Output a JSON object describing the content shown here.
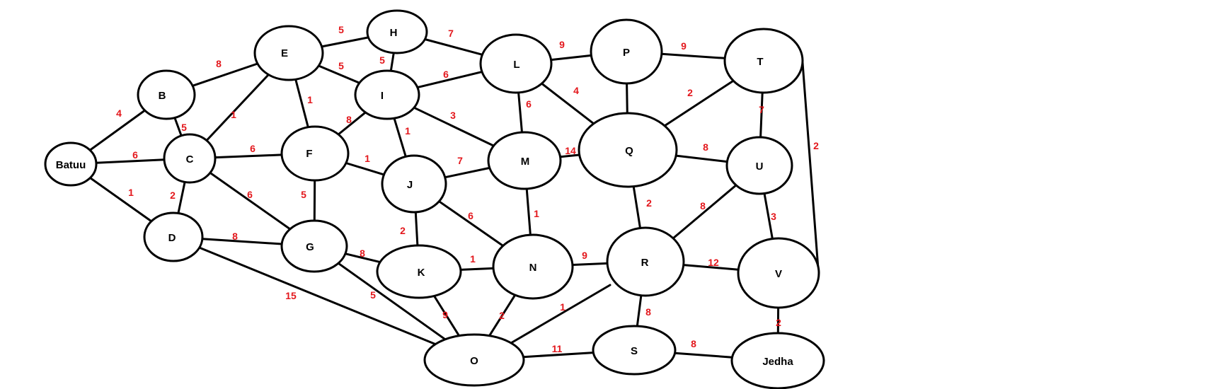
{
  "colors": {
    "edge": "#000000",
    "node_fill": "#ffffff",
    "node_stroke": "#000000",
    "weight": "#e3171c"
  },
  "nodes": [
    {
      "id": "Batuu",
      "label": "Batuu"
    },
    {
      "id": "B",
      "label": "B"
    },
    {
      "id": "C",
      "label": "C"
    },
    {
      "id": "D",
      "label": "D"
    },
    {
      "id": "E",
      "label": "E"
    },
    {
      "id": "F",
      "label": "F"
    },
    {
      "id": "G",
      "label": "G"
    },
    {
      "id": "H",
      "label": "H"
    },
    {
      "id": "I",
      "label": "I"
    },
    {
      "id": "J",
      "label": "J"
    },
    {
      "id": "K",
      "label": "K"
    },
    {
      "id": "L",
      "label": "L"
    },
    {
      "id": "M",
      "label": "M"
    },
    {
      "id": "N",
      "label": "N"
    },
    {
      "id": "O",
      "label": "O"
    },
    {
      "id": "P",
      "label": "P"
    },
    {
      "id": "Q",
      "label": "Q"
    },
    {
      "id": "R",
      "label": "R"
    },
    {
      "id": "S",
      "label": "S"
    },
    {
      "id": "T",
      "label": "T"
    },
    {
      "id": "U",
      "label": "U"
    },
    {
      "id": "V",
      "label": "V"
    },
    {
      "id": "Jedha",
      "label": "Jedha"
    }
  ],
  "edges": [
    {
      "from": "Batuu",
      "to": "B",
      "weight": "4"
    },
    {
      "from": "Batuu",
      "to": "C",
      "weight": "6"
    },
    {
      "from": "Batuu",
      "to": "D",
      "weight": "1"
    },
    {
      "from": "B",
      "to": "C",
      "weight": "5"
    },
    {
      "from": "B",
      "to": "E",
      "weight": "8"
    },
    {
      "from": "C",
      "to": "D",
      "weight": "2"
    },
    {
      "from": "C",
      "to": "E",
      "weight": "1"
    },
    {
      "from": "C",
      "to": "F",
      "weight": "6"
    },
    {
      "from": "C",
      "to": "G",
      "weight": "6"
    },
    {
      "from": "D",
      "to": "G",
      "weight": "8"
    },
    {
      "from": "D",
      "to": "O",
      "weight": "15"
    },
    {
      "from": "E",
      "to": "H",
      "weight": "5"
    },
    {
      "from": "E",
      "to": "I",
      "weight": "5"
    },
    {
      "from": "E",
      "to": "F",
      "weight": "1"
    },
    {
      "from": "H",
      "to": "I",
      "weight": "5"
    },
    {
      "from": "H",
      "to": "L",
      "weight": "7"
    },
    {
      "from": "I",
      "to": "F",
      "weight": "8"
    },
    {
      "from": "I",
      "to": "L",
      "weight": "6"
    },
    {
      "from": "I",
      "to": "J",
      "weight": "1"
    },
    {
      "from": "I",
      "to": "M",
      "weight": "3"
    },
    {
      "from": "F",
      "to": "J",
      "weight": "1"
    },
    {
      "from": "F",
      "to": "G",
      "weight": "5"
    },
    {
      "from": "G",
      "to": "K",
      "weight": "8"
    },
    {
      "from": "G",
      "to": "O",
      "weight": "5"
    },
    {
      "from": "J",
      "to": "M",
      "weight": "7"
    },
    {
      "from": "J",
      "to": "K",
      "weight": "2"
    },
    {
      "from": "J",
      "to": "N",
      "weight": "6"
    },
    {
      "from": "K",
      "to": "N",
      "weight": "1"
    },
    {
      "from": "K",
      "to": "O",
      "weight": "9"
    },
    {
      "from": "L",
      "to": "P",
      "weight": "9"
    },
    {
      "from": "L",
      "to": "M",
      "weight": "6"
    },
    {
      "from": "L",
      "to": "Q",
      "weight": "4"
    },
    {
      "from": "M",
      "to": "Q",
      "weight": "14"
    },
    {
      "from": "M",
      "to": "N",
      "weight": "1"
    },
    {
      "from": "N",
      "to": "R",
      "weight": "9"
    },
    {
      "from": "N",
      "to": "O",
      "weight": "2"
    },
    {
      "from": "O",
      "to": "R",
      "weight": "1"
    },
    {
      "from": "O",
      "to": "S",
      "weight": "11"
    },
    {
      "from": "P",
      "to": "T",
      "weight": "9"
    },
    {
      "from": "P",
      "to": "Q",
      "weight": ""
    },
    {
      "from": "Q",
      "to": "T",
      "weight": "2"
    },
    {
      "from": "Q",
      "to": "U",
      "weight": "8"
    },
    {
      "from": "Q",
      "to": "R",
      "weight": "2"
    },
    {
      "from": "T",
      "to": "U",
      "weight": "7"
    },
    {
      "from": "T",
      "to": "V",
      "weight": "2"
    },
    {
      "from": "U",
      "to": "R",
      "weight": "8"
    },
    {
      "from": "U",
      "to": "V",
      "weight": "3"
    },
    {
      "from": "R",
      "to": "V",
      "weight": "12"
    },
    {
      "from": "R",
      "to": "S",
      "weight": "8"
    },
    {
      "from": "S",
      "to": "Jedha",
      "weight": "8"
    },
    {
      "from": "V",
      "to": "Jedha",
      "weight": "2"
    }
  ]
}
